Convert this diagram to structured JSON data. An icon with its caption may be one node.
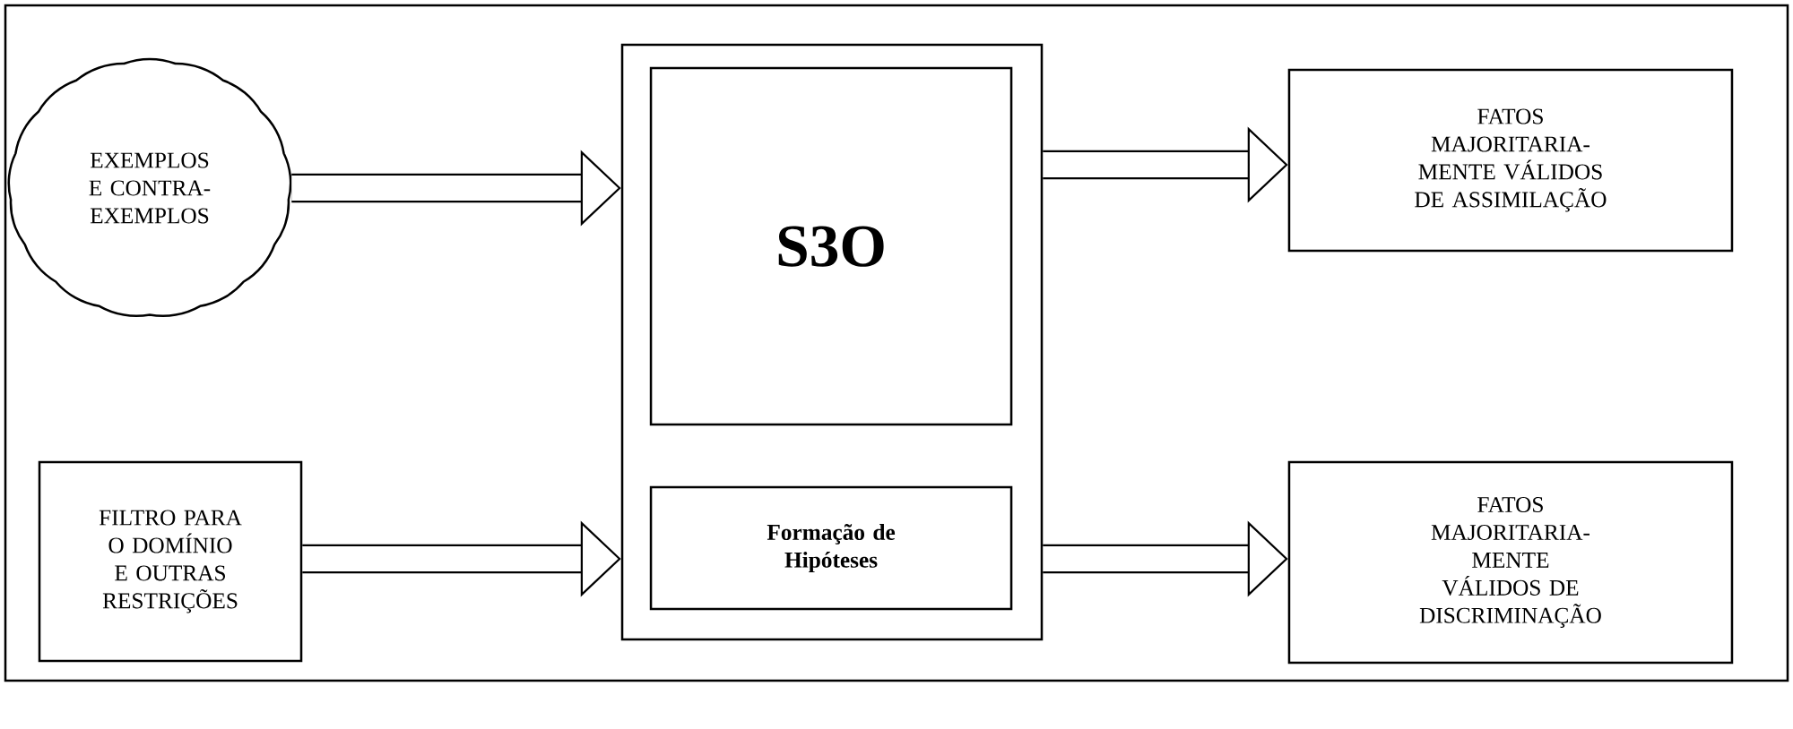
{
  "diagram": {
    "nodes": [
      {
        "text": [
          "EXEMPLOS E CONTRA-EXEMPLOS"
        ]
      },
      {
        "text": [
          "FILTRO PARA O DOMÍNIO E OUTRAS RESTRIÇÕES"
        ]
      },
      {
        "text": [],
        "shape": "box"
      },
      {
        "text": [
          "S3O"
        ],
        "in": 2
      },
      {
        "text": [
          "Formação de Hipóteses"
        ],
        "in": 2
      },
      {
        "text": [
          "FATOS MAJORITARIA-MENTE VÁLIDOS DE ASSIMILAÇÃO"
        ]
      },
      {
        "text": [
          "FATOS MAJORITARIA-MENTE VÁLIDOS DE DISCRIMINAÇÃO"
        ]
      }
    ],
    "edges": [
      {
        "from": 0,
        "to": 2,
        "arrow": "to"
      },
      {
        "from": 1,
        "to": 2,
        "arrow": "to"
      },
      {
        "from": 2,
        "to": 5,
        "arrow": "to"
      },
      {
        "from": 2,
        "to": 6,
        "arrow": "to"
      }
    ]
  }
}
